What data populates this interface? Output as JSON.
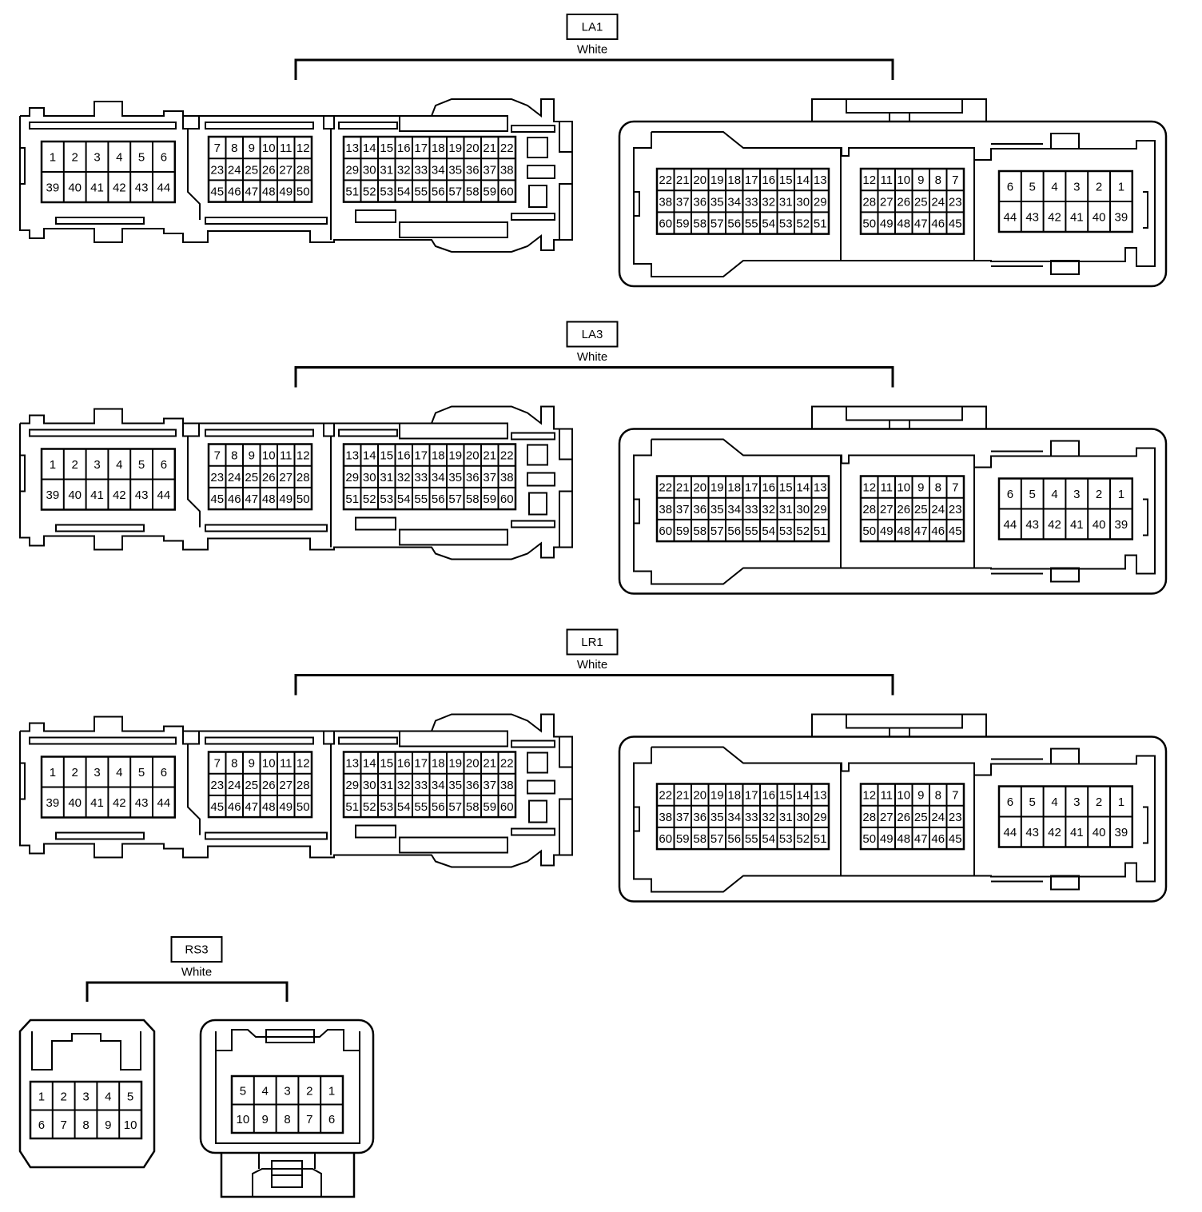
{
  "groups": [
    {
      "id": "la1",
      "label": "LA1",
      "color": "White",
      "male": {
        "rows_a": [
          [
            "1",
            "2",
            "3",
            "4",
            "5",
            "6"
          ],
          [
            "39",
            "40",
            "41",
            "42",
            "43",
            "44"
          ]
        ],
        "rows_b": [
          [
            "7",
            "8",
            "9",
            "10",
            "11",
            "12"
          ],
          [
            "23",
            "24",
            "25",
            "26",
            "27",
            "28"
          ],
          [
            "45",
            "46",
            "47",
            "48",
            "49",
            "50"
          ]
        ],
        "rows_c": [
          [
            "13",
            "14",
            "15",
            "16",
            "17",
            "18",
            "19",
            "20",
            "21",
            "22"
          ],
          [
            "29",
            "30",
            "31",
            "32",
            "33",
            "34",
            "35",
            "36",
            "37",
            "38"
          ],
          [
            "51",
            "52",
            "53",
            "54",
            "55",
            "56",
            "57",
            "58",
            "59",
            "60"
          ]
        ]
      },
      "female": {
        "rows_a": [
          [
            "22",
            "21",
            "20",
            "19",
            "18",
            "17",
            "16",
            "15",
            "14",
            "13"
          ],
          [
            "38",
            "37",
            "36",
            "35",
            "34",
            "33",
            "32",
            "31",
            "30",
            "29"
          ],
          [
            "60",
            "59",
            "58",
            "57",
            "56",
            "55",
            "54",
            "53",
            "52",
            "51"
          ]
        ],
        "rows_b": [
          [
            "12",
            "11",
            "10",
            "9",
            "8",
            "7"
          ],
          [
            "28",
            "27",
            "26",
            "25",
            "24",
            "23"
          ],
          [
            "50",
            "49",
            "48",
            "47",
            "46",
            "45"
          ]
        ],
        "rows_c": [
          [
            "6",
            "5",
            "4",
            "3",
            "2",
            "1"
          ],
          [
            "44",
            "43",
            "42",
            "41",
            "40",
            "39"
          ]
        ]
      }
    },
    {
      "id": "la3",
      "label": "LA3",
      "color": "White",
      "male": {
        "rows_a": [
          [
            "1",
            "2",
            "3",
            "4",
            "5",
            "6"
          ],
          [
            "39",
            "40",
            "41",
            "42",
            "43",
            "44"
          ]
        ],
        "rows_b": [
          [
            "7",
            "8",
            "9",
            "10",
            "11",
            "12"
          ],
          [
            "23",
            "24",
            "25",
            "26",
            "27",
            "28"
          ],
          [
            "45",
            "46",
            "47",
            "48",
            "49",
            "50"
          ]
        ],
        "rows_c": [
          [
            "13",
            "14",
            "15",
            "16",
            "17",
            "18",
            "19",
            "20",
            "21",
            "22"
          ],
          [
            "29",
            "30",
            "31",
            "32",
            "33",
            "34",
            "35",
            "36",
            "37",
            "38"
          ],
          [
            "51",
            "52",
            "53",
            "54",
            "55",
            "56",
            "57",
            "58",
            "59",
            "60"
          ]
        ]
      },
      "female": {
        "rows_a": [
          [
            "22",
            "21",
            "20",
            "19",
            "18",
            "17",
            "16",
            "15",
            "14",
            "13"
          ],
          [
            "38",
            "37",
            "36",
            "35",
            "34",
            "33",
            "32",
            "31",
            "30",
            "29"
          ],
          [
            "60",
            "59",
            "58",
            "57",
            "56",
            "55",
            "54",
            "53",
            "52",
            "51"
          ]
        ],
        "rows_b": [
          [
            "12",
            "11",
            "10",
            "9",
            "8",
            "7"
          ],
          [
            "28",
            "27",
            "26",
            "25",
            "24",
            "23"
          ],
          [
            "50",
            "49",
            "48",
            "47",
            "46",
            "45"
          ]
        ],
        "rows_c": [
          [
            "6",
            "5",
            "4",
            "3",
            "2",
            "1"
          ],
          [
            "44",
            "43",
            "42",
            "41",
            "40",
            "39"
          ]
        ]
      }
    },
    {
      "id": "lr1",
      "label": "LR1",
      "color": "White",
      "male": {
        "rows_a": [
          [
            "1",
            "2",
            "3",
            "4",
            "5",
            "6"
          ],
          [
            "39",
            "40",
            "41",
            "42",
            "43",
            "44"
          ]
        ],
        "rows_b": [
          [
            "7",
            "8",
            "9",
            "10",
            "11",
            "12"
          ],
          [
            "23",
            "24",
            "25",
            "26",
            "27",
            "28"
          ],
          [
            "45",
            "46",
            "47",
            "48",
            "49",
            "50"
          ]
        ],
        "rows_c": [
          [
            "13",
            "14",
            "15",
            "16",
            "17",
            "18",
            "19",
            "20",
            "21",
            "22"
          ],
          [
            "29",
            "30",
            "31",
            "32",
            "33",
            "34",
            "35",
            "36",
            "37",
            "38"
          ],
          [
            "51",
            "52",
            "53",
            "54",
            "55",
            "56",
            "57",
            "58",
            "59",
            "60"
          ]
        ]
      },
      "female": {
        "rows_a": [
          [
            "22",
            "21",
            "20",
            "19",
            "18",
            "17",
            "16",
            "15",
            "14",
            "13"
          ],
          [
            "38",
            "37",
            "36",
            "35",
            "34",
            "33",
            "32",
            "31",
            "30",
            "29"
          ],
          [
            "60",
            "59",
            "58",
            "57",
            "56",
            "55",
            "54",
            "53",
            "52",
            "51"
          ]
        ],
        "rows_b": [
          [
            "12",
            "11",
            "10",
            "9",
            "8",
            "7"
          ],
          [
            "28",
            "27",
            "26",
            "25",
            "24",
            "23"
          ],
          [
            "50",
            "49",
            "48",
            "47",
            "46",
            "45"
          ]
        ],
        "rows_c": [
          [
            "6",
            "5",
            "4",
            "3",
            "2",
            "1"
          ],
          [
            "44",
            "43",
            "42",
            "41",
            "40",
            "39"
          ]
        ]
      }
    }
  ],
  "rs3": {
    "label": "RS3",
    "color": "White",
    "male_rows": [
      [
        "1",
        "2",
        "3",
        "4",
        "5"
      ],
      [
        "6",
        "7",
        "8",
        "9",
        "10"
      ]
    ],
    "female_rows": [
      [
        "5",
        "4",
        "3",
        "2",
        "1"
      ],
      [
        "10",
        "9",
        "8",
        "7",
        "6"
      ]
    ]
  }
}
